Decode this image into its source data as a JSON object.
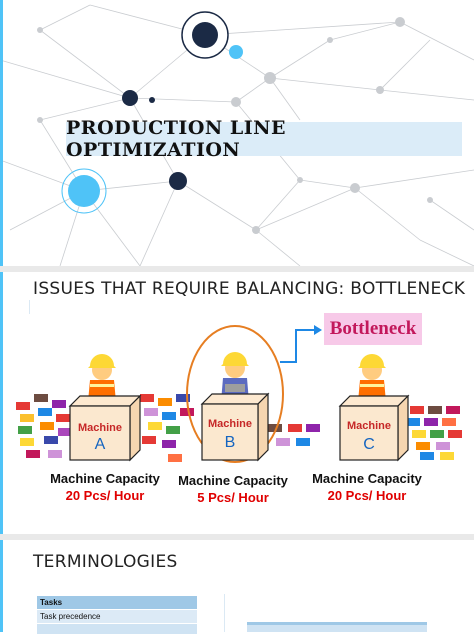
{
  "slide1": {
    "title": "PRODUCTION LINE OPTIMIZATION"
  },
  "slide2": {
    "heading": "ISSUES THAT REQUIRE BALANCING: BOTTLENECK",
    "bottleneck_label": "Bottleneck",
    "machines": [
      {
        "label": "Machine",
        "letter": "A",
        "capacity_label": "Machine Capacity",
        "rate": "20 Pcs/ Hour"
      },
      {
        "label": "Machine",
        "letter": "B",
        "capacity_label": "Machine Capacity",
        "rate": "5 Pcs/ Hour"
      },
      {
        "label": "Machine",
        "letter": "C",
        "capacity_label": "Machine Capacity",
        "rate": "20 Pcs/ Hour"
      }
    ]
  },
  "slide3": {
    "heading": "TERMINOLOGIES",
    "table": {
      "header": "Tasks",
      "rows": [
        "Task precedence"
      ]
    }
  },
  "colors": {
    "accent": "#4fc3f7",
    "title_band": "#dbecf8",
    "bottleneck_bg": "#f7c9e8",
    "highlight_ring": "#e67e22",
    "rate_red": "#e00000",
    "box_fill": "#fbe8cf"
  }
}
